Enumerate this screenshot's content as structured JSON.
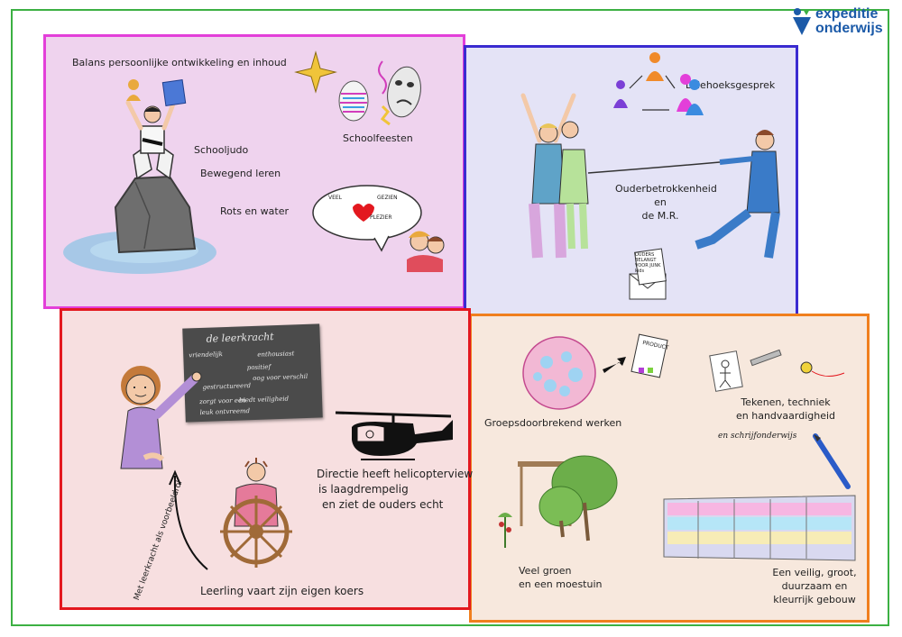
{
  "logo": {
    "line1": "expeditie",
    "line2": "onderwijs",
    "color": "#1b5aa8"
  },
  "colors": {
    "pink": "#e33fd9",
    "blue": "#3a2bd0",
    "orange": "#f07f1e",
    "red": "#e3181f",
    "green": "#3cb043"
  },
  "pink": {
    "balans": "Balans persoonlijke ontwikkeling en inhoud",
    "judo": "Schooljudo",
    "bewegend": "Bewegend leren",
    "rots": "Rots en water",
    "feesten": "Schoolfeesten",
    "bubble": {
      "veel": "VEEL",
      "gezien": "GEZIEN",
      "plezier": "PLEZIER"
    }
  },
  "blue": {
    "driehoek": "Driehoeksgesprek",
    "ouder1": "Ouderbetrokkenheid",
    "ouder2": "en",
    "ouder3": "de M.R.",
    "note": [
      "OUDERS",
      "BELANGT",
      "VOOR JUNK",
      "kids"
    ]
  },
  "red": {
    "board_title": "de leerkracht",
    "board_lines": [
      "vriendelijk",
      "enthousiast",
      "positief",
      "oog voor verschil",
      "gestructureerd",
      "biedt veiligheid",
      "zorgt voor een",
      "leuk ontvreemd"
    ],
    "directie1": "Directie heeft helicopterview",
    "directie2": "is laagdrempelig",
    "directie3": "en ziet de ouders echt",
    "leerling": "Leerling vaart zijn eigen koers",
    "voorbeeld": "Met leerkracht als voorbeeldrol"
  },
  "orange": {
    "groeps": "Groepsdoorbrekend werken",
    "product": "PRODUCT",
    "tekenen1": "Tekenen, techniek",
    "tekenen2": "en handvaardigheid",
    "tekenen3": "en schrijfonderwijs",
    "groen1": "Veel groen",
    "groen2": "en een moestuin",
    "gebouw1": "Een veilig, groot,",
    "gebouw2": "duurzaam en",
    "gebouw3": "kleurrijk gebouw"
  }
}
